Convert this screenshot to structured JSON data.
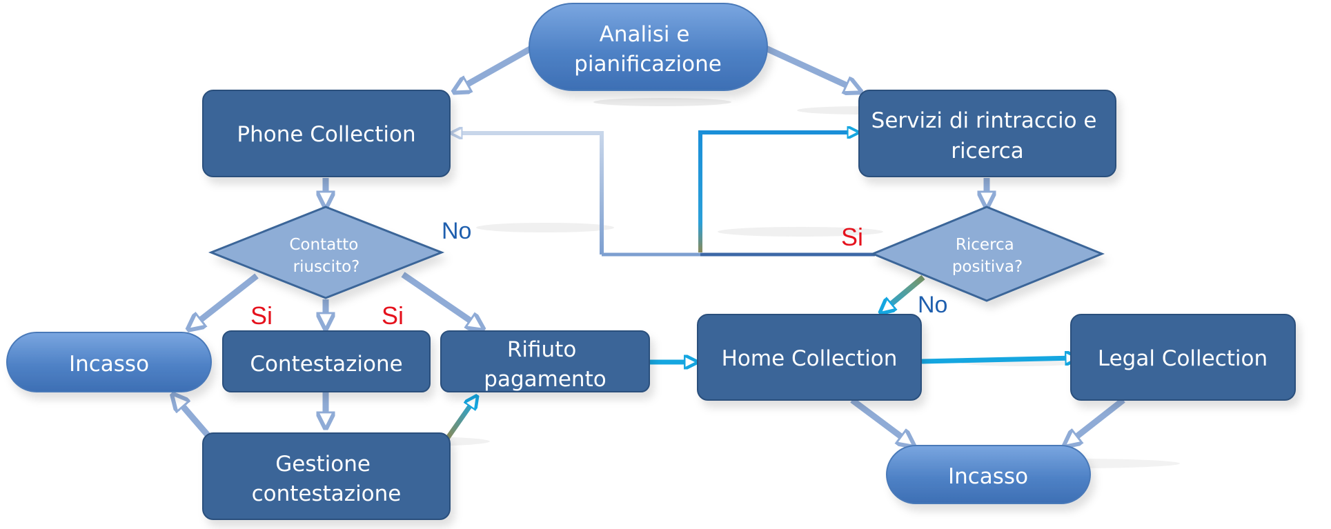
{
  "diagram": {
    "nodes": {
      "analisi": [
        "Analisi e",
        "pianificazione"
      ],
      "phone": [
        "Phone Collection"
      ],
      "servizi": [
        "Servizi di rintraccio e",
        "ricerca"
      ],
      "contatto": [
        "Contatto",
        "riuscito?"
      ],
      "ricerca": [
        "Ricerca",
        "positiva?"
      ],
      "incasso_left": [
        "Incasso"
      ],
      "contestazione": [
        "Contestazione"
      ],
      "rifiuto": [
        "Rifiuto",
        "pagamento"
      ],
      "gestione": [
        "Gestione",
        "contestazione"
      ],
      "home": [
        "Home Collection"
      ],
      "legal": [
        "Legal Collection"
      ],
      "incasso_right": [
        "Incasso"
      ]
    },
    "labels": {
      "no_contatto": "No",
      "si_ricerca": "Si",
      "no_ricerca": "No",
      "si_left": "Si",
      "si_right": "Si"
    },
    "colors": {
      "box": "#3a6598",
      "box_border": "#2b4f7c",
      "pill": "#5a8fd2",
      "diamond": "#8eadd6",
      "arrow_light": "#8fabd6",
      "arrow_cyan": "#15a6e0",
      "line_dark": "#3d68a7",
      "label_red": "#e5121d",
      "label_blue": "#1f5fae"
    }
  }
}
